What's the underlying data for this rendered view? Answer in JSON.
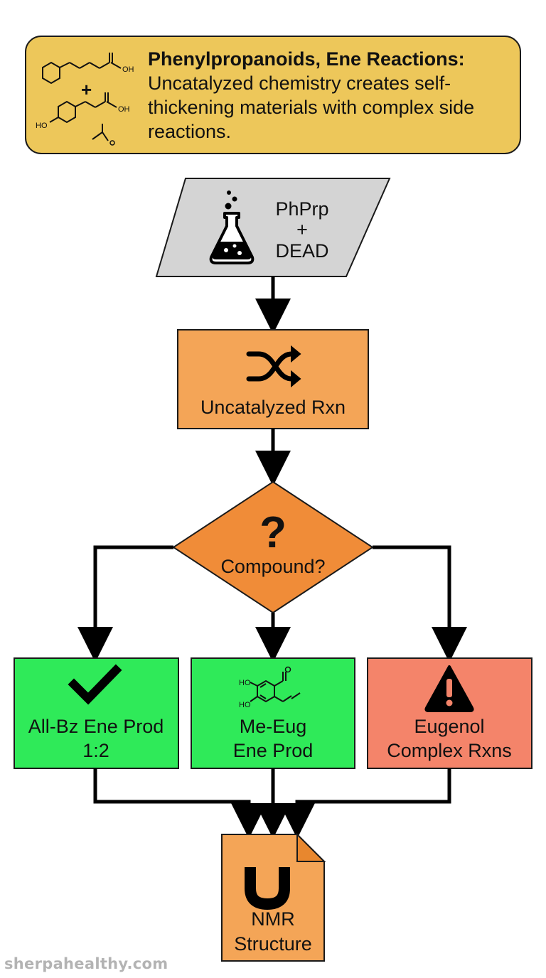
{
  "header": {
    "title": "Phenylpropanoids, Ene Reactions:",
    "body": "Uncatalyzed chemistry creates self-thickening materials with complex side reactions.",
    "molecule_labels": [
      "OH",
      "OH",
      "HO"
    ],
    "plus": "+"
  },
  "nodes": {
    "input": {
      "line1": "PhPrp",
      "line2": "+",
      "line3": "DEAD",
      "icon": "flask-icon"
    },
    "process": {
      "label": "Uncatalyzed Rxn",
      "icon": "shuffle-icon"
    },
    "decision": {
      "label": "Compound?",
      "icon": "question-icon"
    },
    "left": {
      "line1": "All-Bz Ene Prod",
      "line2": "1:2",
      "icon": "checkmark-icon"
    },
    "middle": {
      "line1": "Me-Eug",
      "line2": "Ene Prod",
      "icon": "molecule-icon",
      "molecule_labels": [
        "HO",
        "HO"
      ]
    },
    "right": {
      "line1": "Eugenol",
      "line2": "Complex Rxns",
      "icon": "warning-icon"
    },
    "output": {
      "line1": "NMR",
      "line2": "Structure",
      "icon": "magnet-icon"
    }
  },
  "colors": {
    "header_bg": "#EDC75A",
    "input_bg": "#D4D4D4",
    "process_bg": "#F4A557",
    "decision_bg": "#F08C38",
    "success_bg": "#2FEA59",
    "warning_bg": "#F4846A",
    "output_bg": "#F4A557"
  },
  "watermark": "sherpahealthy.com"
}
